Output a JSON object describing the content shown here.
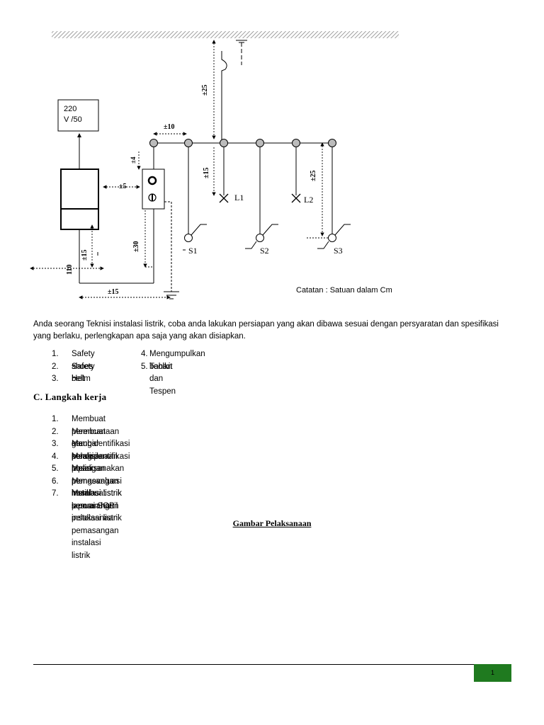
{
  "diagram": {
    "source_label_line1": "220",
    "source_label_line2": "V /50",
    "dim_top_25": "±25",
    "dim_10": "±10",
    "dim_4": "±4",
    "dim_5": "±5",
    "dim_15_mid": "±15",
    "dim_25_right": "±25",
    "dim_30": "±30",
    "dim_15_left": "±15",
    "dim_110": "110",
    "dim_15_bottom": "±15",
    "lamp_1": "L1",
    "lamp_2": "L2",
    "switch_1": "S1",
    "switch_2": "S2",
    "switch_3": "S3"
  },
  "note": "Catatan : Satuan dalam Cm",
  "intro": "Anda seorang Teknisi instalasi listrik, coba anda lakukan persiapan yang akan dibawa sesuai dengan persyaratan dan spesifikasi yang berlaku, perlengkapan apa saja yang akan disiapkan.",
  "equipment": [
    {
      "num": "1.",
      "item": "Safety shoes",
      "num2": "4.",
      "item2": "Mengumpulkan bahan"
    },
    {
      "num": "2.",
      "item": "Safety belt",
      "num2": "5.",
      "item2": "Toolkit dan Tespen"
    },
    {
      "num": "3.",
      "item": "Helm",
      "num2": "",
      "item2": ""
    }
  ],
  "section_heading": "C. Langkah  kerja",
  "steps": [
    {
      "num": "1.",
      "text": "Membuat perencanaan atau persiapan"
    },
    {
      "num": "2.",
      "text": "Membuat gambar pelaksanaan"
    },
    {
      "num": "3.",
      "text": "Mengidentifikasi kondisi lapangan"
    },
    {
      "num": "4.",
      "text": "Mengidentifikasi posisi pemasangan instalasi listrik"
    },
    {
      "num": "5.",
      "text": "Melaksanakan pemasangan instalasi listrik sesuai SOP"
    },
    {
      "num": "6.",
      "text": "Mengevaluasi hasil pemasangan instalasi listrik"
    },
    {
      "num": "7.",
      "text": "Membuat laporan hasil pelaksanaan pemasangan instalasi listrik"
    }
  ],
  "drawing_title": "Gambar Pelaksanaan",
  "page_number": "1",
  "colors": {
    "badge": "#1f7a1f",
    "node": "#bbbbbb"
  }
}
